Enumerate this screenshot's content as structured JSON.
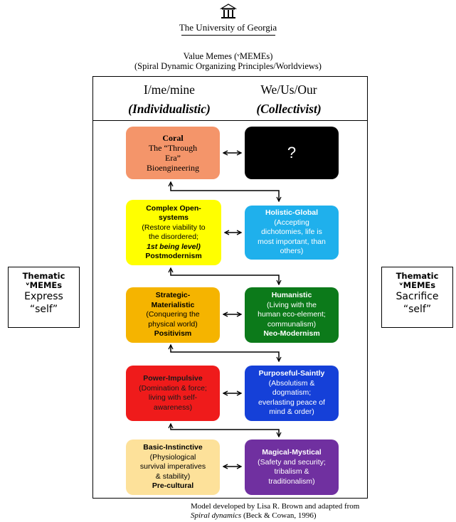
{
  "header": {
    "university": "The University of Georgia",
    "title_line1": "Value Memes (ᵛMEMEs)",
    "title_line2": "(Spiral Dynamic Organizing Principles/Worldviews)"
  },
  "columns": {
    "left_heading": "I/me/mine",
    "left_sub": "(Individualistic)",
    "right_heading": "We/Us/Our",
    "right_sub": "(Collectivist)"
  },
  "side_left": {
    "line1": "Thematic",
    "line2": "ᵛMEMEs",
    "line3": "Express",
    "line4": "“self”"
  },
  "side_right": {
    "line1": "Thematic",
    "line2": "ᵛMEMEs",
    "line3": "Sacrifice",
    "line4": "“self”"
  },
  "boxes": {
    "coral": {
      "l1": "Coral",
      "l2": "The “Through",
      "l3": "Era”",
      "l4": "Bioengineering",
      "color": "#f4956a"
    },
    "unknown": {
      "l1": "?",
      "color": "#000000"
    },
    "complex": {
      "l1": "Complex Open-",
      "l2": "systems",
      "l3": "(Restore viability to",
      "l4": "the disordered;",
      "l5": "1st being level)",
      "l6": "Postmodernism",
      "color": "#ffff00"
    },
    "holistic": {
      "l1": "Holistic-Global",
      "l2": "(Accepting",
      "l3": "dichotomies, life  is",
      "l4": "most important, than",
      "l5": "others)",
      "color": "#1fb0ec"
    },
    "strategic": {
      "l1": "Strategic-",
      "l2": "Materialistic",
      "l3": "(Conquering the",
      "l4": "physical world)",
      "l5": "Positivism",
      "color": "#f5b400"
    },
    "humanistic": {
      "l1": "Humanistic",
      "l2": "(Living with the",
      "l3": "human eco-element;",
      "l4": "communalism)",
      "l5": "Neo-Modernism",
      "color": "#0c7a1a"
    },
    "power": {
      "l1": "Power-Impulsive",
      "l2": "(Domination & force;",
      "l3": "living with self-",
      "l4": "awareness)",
      "color": "#ef1b1b"
    },
    "purposeful": {
      "l1": "Purposeful-Saintly",
      "l2": "(Absolutism &",
      "l3": "dogmatism;",
      "l4": "everlasting peace of",
      "l5": "mind  & order)",
      "color": "#1540d8"
    },
    "basic": {
      "l1": "Basic-Instinctive",
      "l2": "(Physiological",
      "l3": "survival imperatives",
      "l4": "& stability)",
      "l5": "Pre-cultural",
      "color": "#fde19a"
    },
    "magical": {
      "l1": "Magical-Mystical",
      "l2": "(Safety and security;",
      "l3": "tribalism &",
      "l4": "traditionalism)",
      "color": "#7030a0"
    }
  },
  "footer": {
    "line1": "Model developed by Lisa R. Brown and adapted from",
    "line2_italic": "Spiral dynamics",
    "line2_rest": " (Beck & Cowan, 1996)"
  }
}
